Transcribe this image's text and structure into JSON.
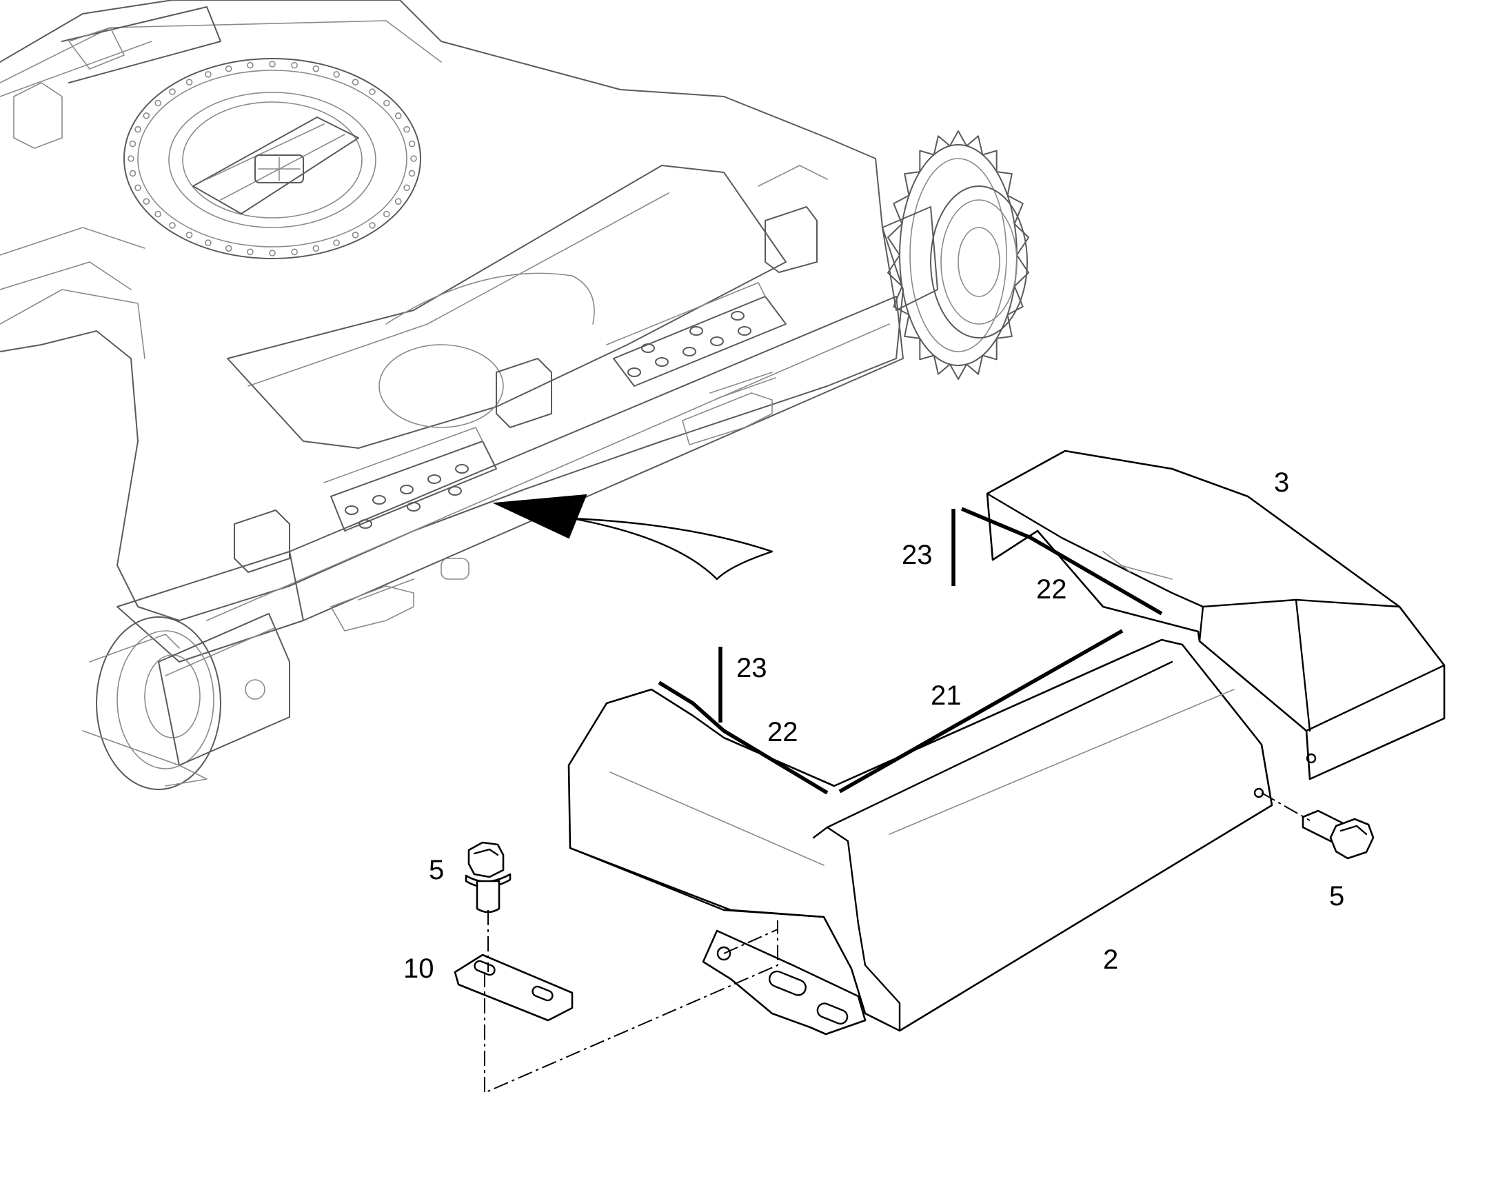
{
  "callouts": {
    "c2": "2",
    "c3": "3",
    "c5_left": "5",
    "c5_right": "5",
    "c10": "10",
    "c21": "21",
    "c22_left": "22",
    "c22_right": "22",
    "c23_left": "23",
    "c23_right": "23"
  }
}
